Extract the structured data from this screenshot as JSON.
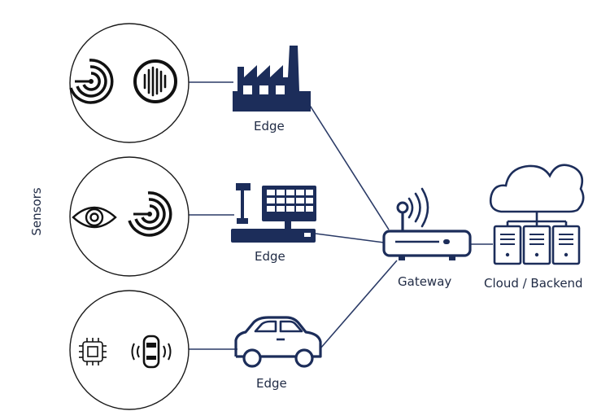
{
  "labels": {
    "sensors": "Sensors",
    "edge_factory": "Edge",
    "edge_pos": "Edge",
    "edge_car": "Edge",
    "gateway": "Gateway",
    "cloud": "Cloud / Backend"
  },
  "colors": {
    "primary": "#1c2d5a",
    "circle_stroke": "#1a1a1a",
    "line": "#2a3a66",
    "background": "#ffffff"
  },
  "icons": {
    "sensor_group_1": [
      "radar-sensor-icon",
      "vibration-sensor-icon"
    ],
    "sensor_group_2": [
      "eye-sensor-icon",
      "radar-sensor-icon"
    ],
    "sensor_group_3": [
      "chip-icon",
      "car-proximity-icon"
    ],
    "edge_devices": [
      "factory-icon",
      "pos-terminal-icon",
      "car-icon"
    ],
    "gateway": "router-icon",
    "cloud": "cloud-servers-icon"
  }
}
